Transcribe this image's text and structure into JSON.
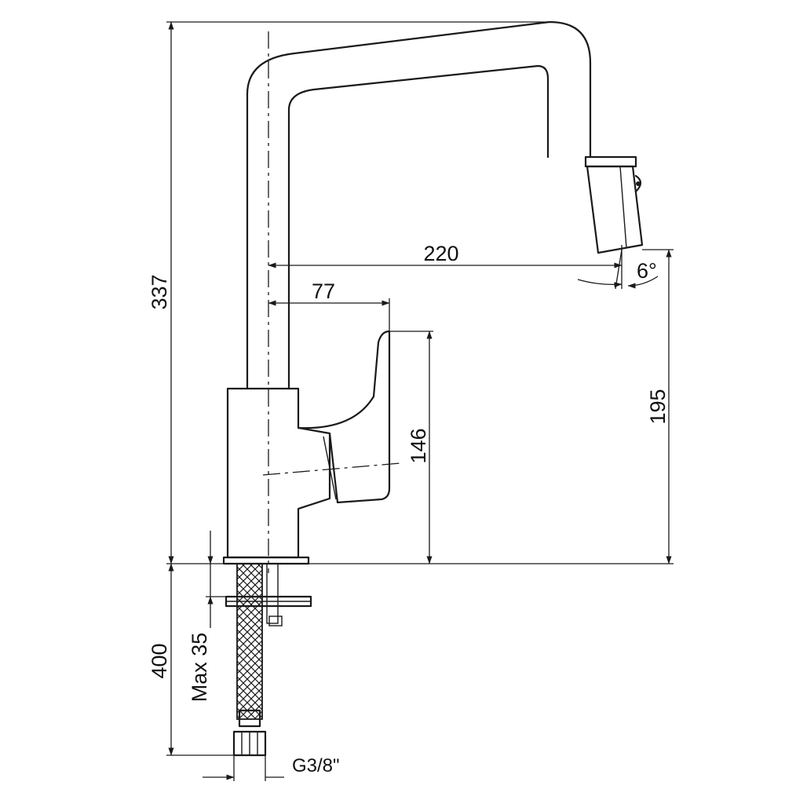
{
  "drawing": {
    "subject": "faucet-technical-drawing",
    "colors": {
      "line": "#1a1a1a",
      "background": "#ffffff"
    },
    "dimensions": {
      "overall_height": "337",
      "spout_reach": "220",
      "lever_offset": "77",
      "spout_outlet_height": "195",
      "lever_height": "146",
      "spray_angle": "6°",
      "hose_length": "400",
      "max_counter_thickness": "Max 35",
      "connection_thread": "G3/8\""
    }
  }
}
